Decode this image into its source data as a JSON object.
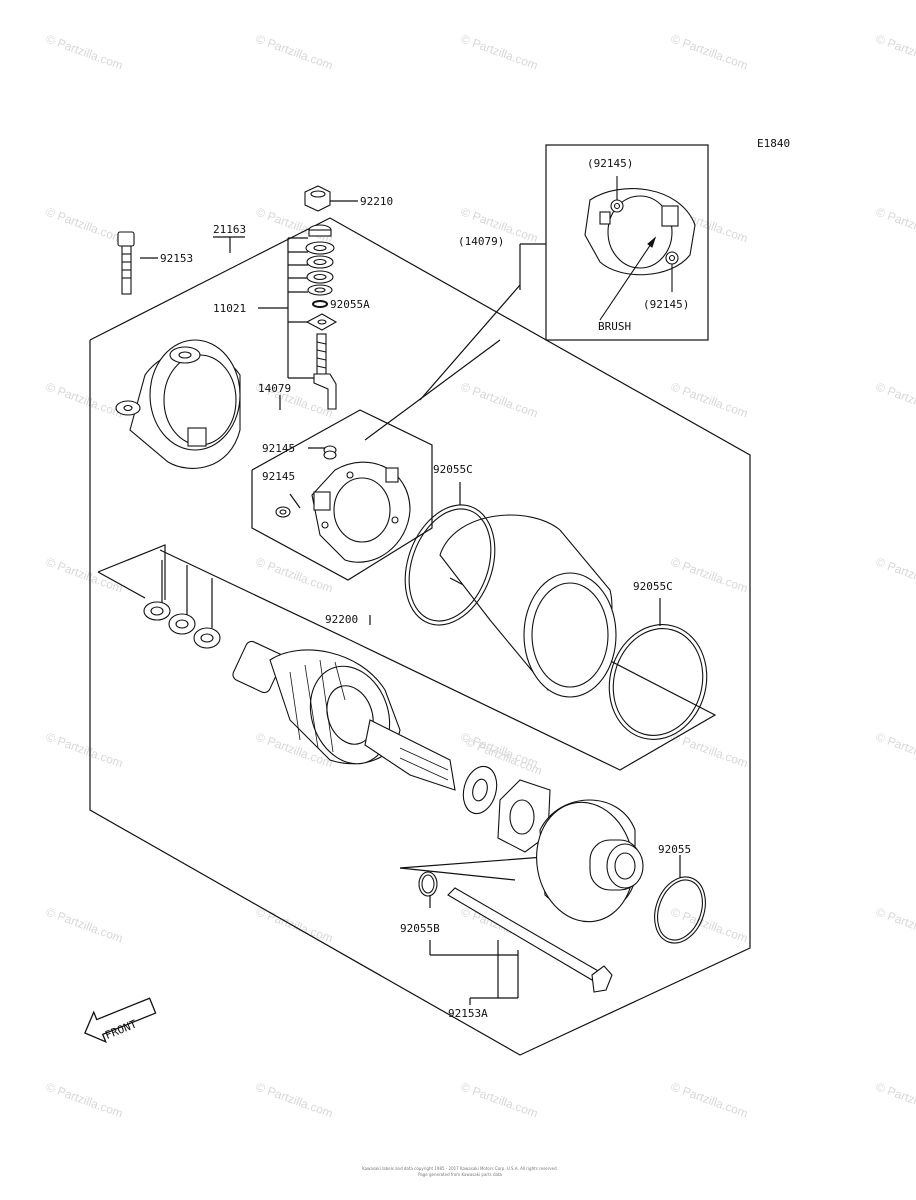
{
  "diagram_code": "E1840",
  "watermark": "© Partzilla.com",
  "center_watermark": "© Partzilla.com",
  "callouts": {
    "p92210": "92210",
    "p21163": "21163",
    "p92153": "92153",
    "p11021": "11021",
    "p92055A": "92055A",
    "p14079": "14079",
    "p92145a": "92145",
    "p92145b": "92145",
    "p14079inset": "(14079)",
    "p92145inset1": "(92145)",
    "p92145inset2": "(92145)",
    "brush": "BRUSH",
    "p92055C1": "92055C",
    "p92055C2": "92055C",
    "p92200": "92200",
    "p92055": "92055",
    "p92055B": "92055B",
    "p92153A": "92153A"
  },
  "front_label": "FRONT",
  "copyright_lines": [
    "Kawasaki labels and data copyright 1985 - 2017 Kawasaki Motors Corp. U.S.A. All rights reserved.",
    "Page generated from Kawasaki parts data"
  ]
}
